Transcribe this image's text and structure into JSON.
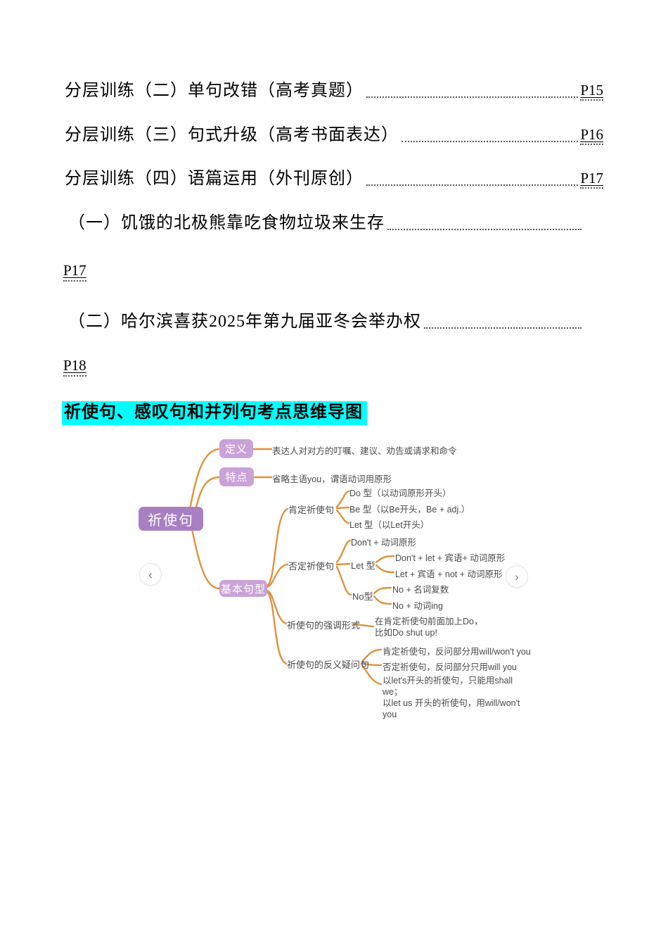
{
  "document": {
    "highlight_color": "#00ffff",
    "toc": [
      {
        "label": "分层训练（二）单句改错（高考真题）",
        "page": "P15"
      },
      {
        "label": "分层训练（三）句式升级（高考书面表达）",
        "page": "P16"
      },
      {
        "label": "分层训练（四）语篇运用（外刊原创）",
        "page": "P17"
      }
    ],
    "sub_entries": [
      {
        "label": "（一）饥饿的北极熊靠吃食物垃圾来生存",
        "page": "P17"
      },
      {
        "label": "（二）哈尔滨喜获2025年第九届亚冬会举办权",
        "page": "P18"
      }
    ],
    "section_title": "祈使句、感叹句和并列句考点思维导图"
  },
  "mindmap": {
    "colors": {
      "root_bg": "#a87fc2",
      "branch_bg": "#c9a3d8",
      "line": "#e0923f",
      "text": "#4a4a4a"
    },
    "nav": {
      "prev": "‹",
      "next": "›"
    },
    "root": "祈使句",
    "nodes": {
      "def_label": "定义",
      "def_text": "表达人对对方的叮嘱、建议、劝告或请求和命令",
      "feat_label": "特点",
      "feat_text": "省略主语you，谓语动词用原形",
      "basic_label": "基本句型",
      "pos_label": "肯定祈使句",
      "pos_do": "Do 型（以动词原形开头）",
      "pos_be": "Be 型（以Be开头，Be + adj.）",
      "pos_let": "Let 型（以Let开头）",
      "neg_label": "否定祈使句",
      "neg_dont": "Don't + 动词原形",
      "neg_let_label": "Let 型",
      "neg_let1": "Don't + let + 宾语+ 动词原形",
      "neg_let2": "Let + 宾语 + not + 动词原形",
      "neg_no_label": "No型",
      "neg_no1": "No + 名词复数",
      "neg_no2": "No + 动词ing",
      "emph_label": "祈使句的强调形式",
      "emph_text": "在肯定祈使句前面加上Do，\n比如Do shut up!",
      "tag_label": "祈使句的反义疑问句",
      "tag1": "肯定祈使句，反问部分用will/won't you",
      "tag2": "否定祈使句，反问部分只用will you",
      "tag3": "以let's开头的祈使句，只能用shall we；\n以let us 开头的祈使句，用will/won't you"
    }
  }
}
